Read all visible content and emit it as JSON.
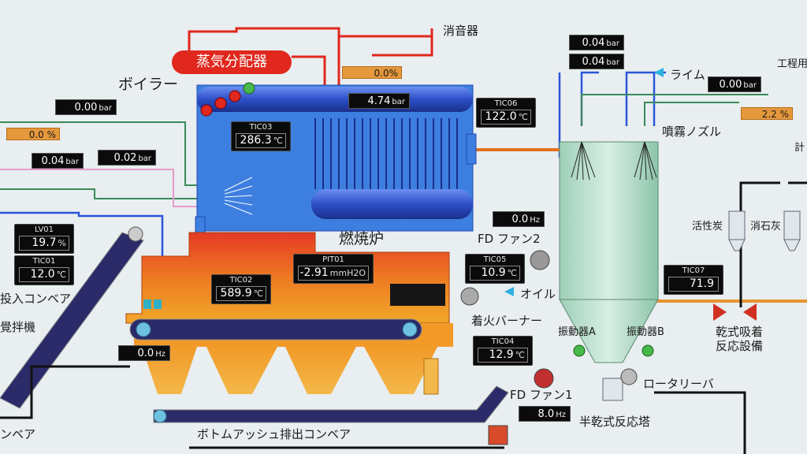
{
  "labels": {
    "boiler": "ボイラー",
    "steam_header": "蒸気分配器",
    "silencer": "消音器",
    "furnace": "燃焼炉",
    "fd_fan2": "FD ファン2",
    "fd_fan1": "FD ファン1",
    "oil": "オイル",
    "ignition_burner": "着火バーナー",
    "lime": "ライム",
    "spray_nozzle": "噴霧ノズル",
    "vibrator_a": "振動器A",
    "vibrator_b": "振動器B",
    "rotary_valve": "ロータリーバ",
    "semi_dry_reactor": "半乾式反応塔",
    "activated_carbon": "活性炭",
    "slaked_lime": "消石灰",
    "dry_reactor_line1": "乾式吸着",
    "dry_reactor_line2": "反応設備",
    "industrial_water": "工程用",
    "meter": "計",
    "feed_conveyor": "投入コンベア",
    "agitator": "覺拌機",
    "bottom_ash_conveyor": "ボトムアッシュ排出コンベア",
    "left_conveyor": "ンベア"
  },
  "pressures": {
    "p_left1": {
      "value": "0.00",
      "unit": "bar"
    },
    "p_left2a": {
      "value": "0.04",
      "unit": "bar"
    },
    "p_left2b": {
      "value": "0.02",
      "unit": "bar"
    },
    "p_drum": {
      "value": "4.74",
      "unit": "bar"
    },
    "p_reactor_top1": {
      "value": "0.04",
      "unit": "bar"
    },
    "p_reactor_top2": {
      "value": "0.04",
      "unit": "bar"
    },
    "p_water": {
      "value": "0.00",
      "unit": "bar"
    }
  },
  "valves": {
    "left1_pct": "0.0 %",
    "silencer_pct": "0.0%",
    "water_pct": "2.2 %"
  },
  "frequencies": {
    "fd_fan2": {
      "value": "0.0",
      "unit": "Hz"
    },
    "conveyor": {
      "value": "0.0",
      "unit": "Hz"
    },
    "fd_fan1": {
      "value": "8.0",
      "unit": "Hz"
    }
  },
  "instruments": [
    {
      "tag": "TIC03",
      "value": "286.3",
      "unit": "℃"
    },
    {
      "tag": "TIC06",
      "value": "122.0",
      "unit": "℃"
    },
    {
      "tag": "LV01",
      "value": "19.7",
      "unit": "%"
    },
    {
      "tag": "TIC01",
      "value": "12.0",
      "unit": "℃"
    },
    {
      "tag": "PIT01",
      "value": "-2.91",
      "unit": "mmH2O"
    },
    {
      "tag": "TIC02",
      "value": "589.9",
      "unit": "℃"
    },
    {
      "tag": "TIC05",
      "value": "10.9",
      "unit": "℃"
    },
    {
      "tag": "TIC04",
      "value": "12.9",
      "unit": "℃"
    },
    {
      "tag": "TIC07",
      "value": "71.9",
      "unit": ""
    }
  ],
  "colors": {
    "steam_pipe": "#e0281e",
    "water_pipe": "#3a8a5a",
    "air_pipe": "#2a56d8",
    "boiler_body": "#3d7fe0",
    "furnace": "#ee8020",
    "value_bg": "#0b0b0b",
    "valve_pct_bg": "#e5983c"
  }
}
